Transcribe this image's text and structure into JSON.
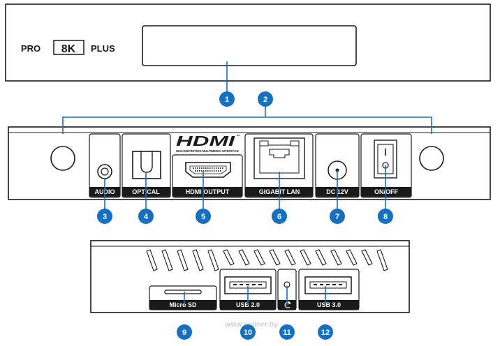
{
  "front": {
    "brand_pro": "PRO",
    "brand_8k": "8K",
    "brand_plus": "PLUS"
  },
  "hdmi_logo": {
    "text": "HDMI",
    "tm": "™",
    "subtitle": "HIGH DEFINITION MULTIMEDIA INTERFACE"
  },
  "back_ports": {
    "audio": "AUDIO",
    "optical": "OPTICAL",
    "hdmi_output": "HDMI OUTPUT",
    "gigabit_lan": "GIGABIT LAN",
    "dc": "DC 12V",
    "onoff": "ON/OFF"
  },
  "side_ports": {
    "microsd": "Micro SD",
    "usb2": "USB 2.0",
    "usb3": "USB 3.0"
  },
  "callouts": [
    "1",
    "2",
    "3",
    "4",
    "5",
    "6",
    "7",
    "8",
    "9",
    "10",
    "11",
    "12"
  ],
  "watermark": "www.onliner.by",
  "colors": {
    "callout": "#1570c4",
    "label_bar": "#1a1a1a",
    "outline": "#1a1a1a",
    "panel_fill": "#ffffff"
  }
}
